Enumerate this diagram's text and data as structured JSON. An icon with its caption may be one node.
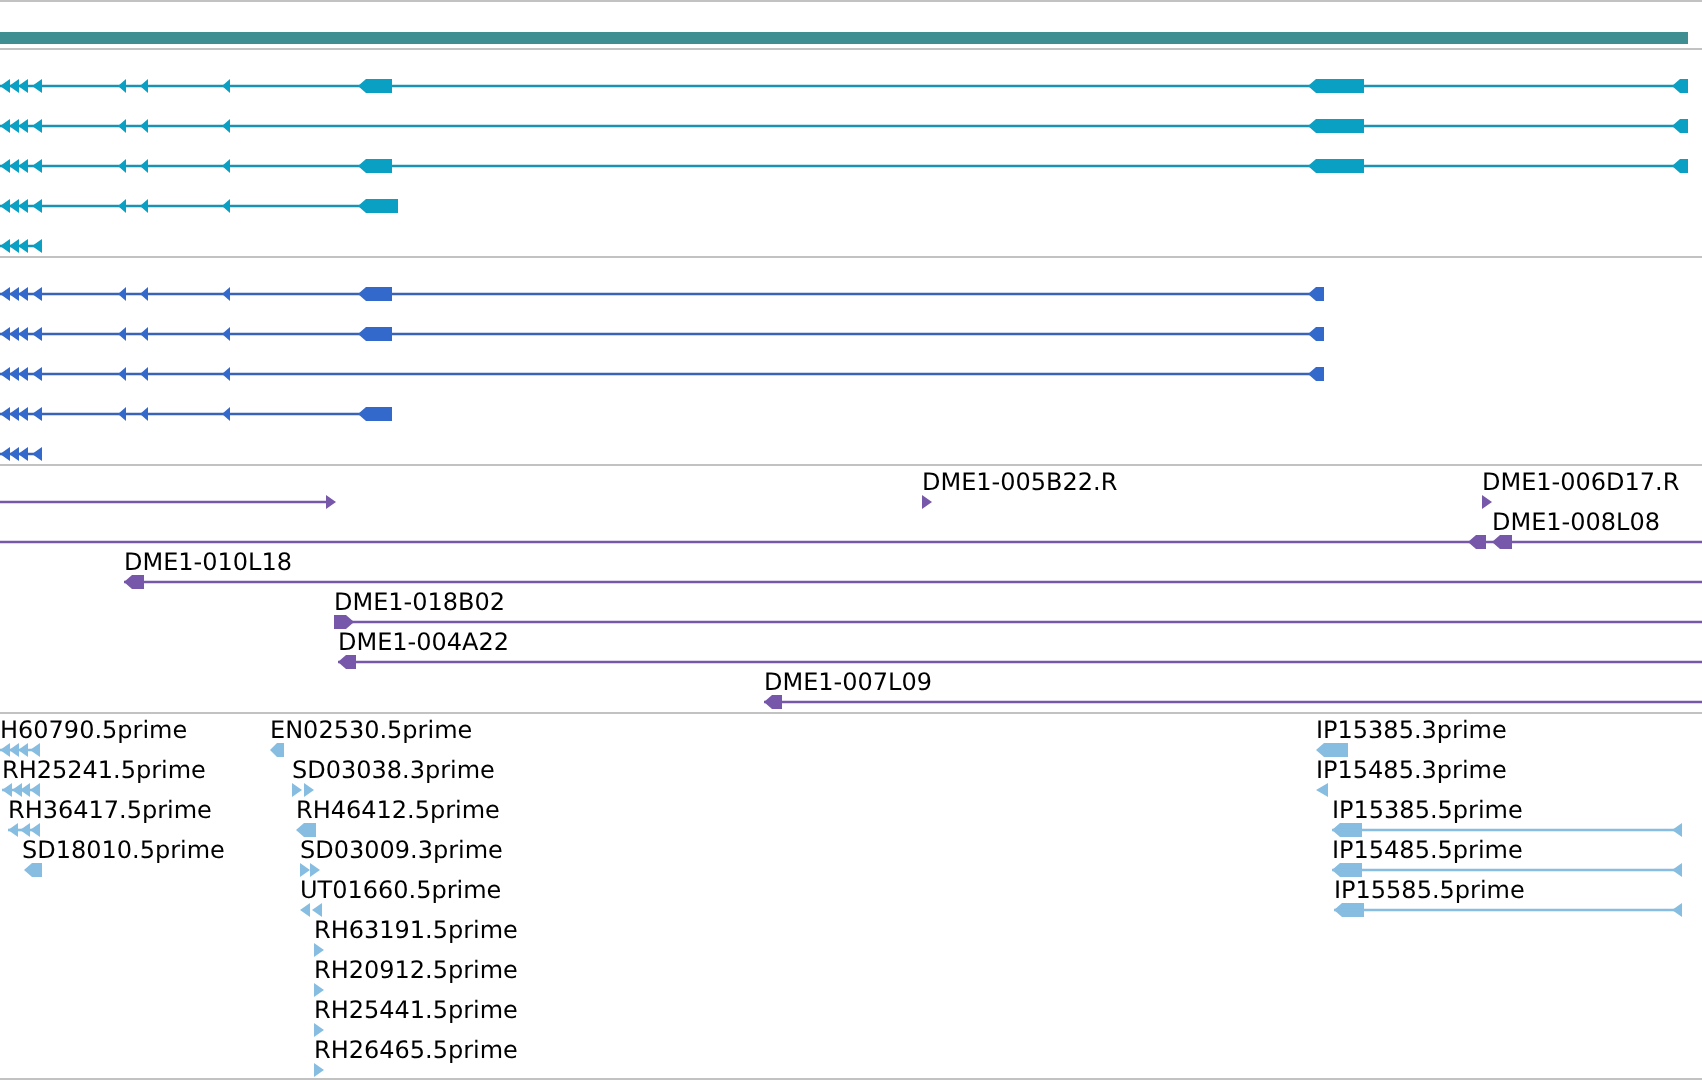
{
  "diagram": {
    "labels": [
      "DME1-005B22.R",
      "DME1-006D17.R",
      "DME1-008L08",
      "DME1-010L18",
      "DME1-018B02",
      "DME1-004A22",
      "DME1-007L09",
      "H60790.5prime",
      "EN02530.5prime",
      "IP15385.3prime",
      "RH25241.5prime",
      "SD03038.3prime",
      "IP15485.3prime",
      "RH36417.5prime",
      "RH46412.5prime",
      "IP15385.5prime",
      "SD18010.5prime",
      "SD03009.3prime",
      "IP15485.5prime",
      "UT01660.5prime",
      "IP15585.5prime",
      "RH63191.5prime",
      "RH20912.5prime",
      "RH25441.5prime",
      "RH26465.5prime"
    ]
  }
}
